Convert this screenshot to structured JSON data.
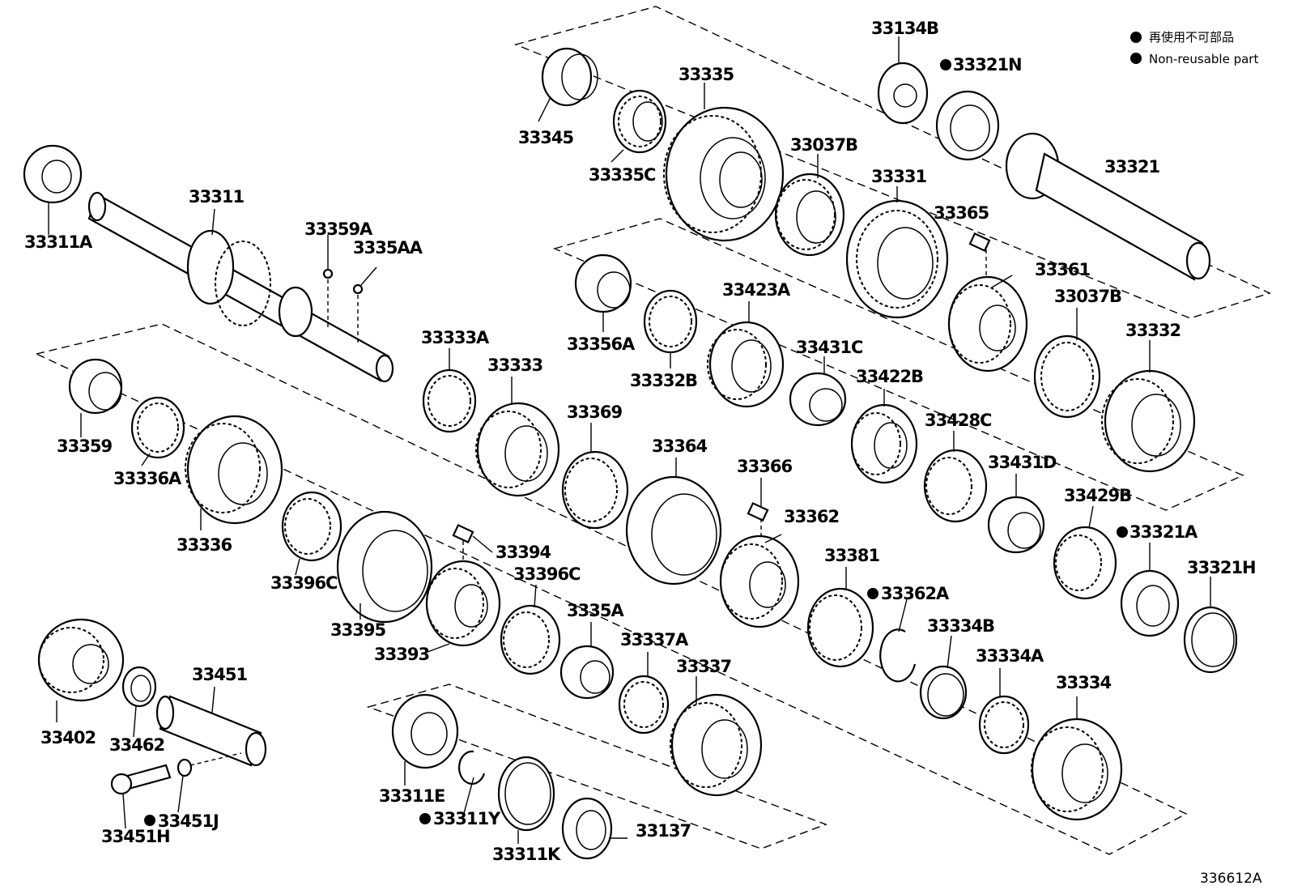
{
  "legend": {
    "line1": "再使用不可部品",
    "line2": "Non-reusable part"
  },
  "diagram_code": "336612A",
  "labels": {
    "p33134B": "33134B",
    "p33321N": "33321N",
    "p33345": "33345",
    "p33335": "33335",
    "p33335C": "33335C",
    "p33037B_top": "33037B",
    "p33331": "33331",
    "p33321": "33321",
    "p33365": "33365",
    "p33361": "33361",
    "p33037B_right": "33037B",
    "p33332": "33332",
    "p33311A": "33311A",
    "p33311": "33311",
    "p33359A": "33359A",
    "p3335AA": "3335AA",
    "p33356A": "33356A",
    "p33423A": "33423A",
    "p33332B": "33332B",
    "p33431C": "33431C",
    "p33422B": "33422B",
    "p33428C": "33428C",
    "p33431D": "33431D",
    "p33429B": "33429B",
    "p33321A": "33321A",
    "p33321H": "33321H",
    "p33359": "33359",
    "p33336A": "33336A",
    "p33336": "33336",
    "p33333A": "33333A",
    "p33333": "33333",
    "p33369": "33369",
    "p33364": "33364",
    "p33366": "33366",
    "p33362": "33362",
    "p33381": "33381",
    "p33362A": "33362A",
    "p33396C_left": "33396C",
    "p33395": "33395",
    "p33394": "33394",
    "p33396C_right": "33396C",
    "p33393": "33393",
    "p3335A": "3335A",
    "p33337A": "33337A",
    "p33337": "33337",
    "p33334B": "33334B",
    "p33334A": "33334A",
    "p33334": "33334",
    "p33402": "33402",
    "p33462": "33462",
    "p33451": "33451",
    "p33451J": "33451J",
    "p33451H": "33451H",
    "p33311E": "33311E",
    "p33311Y": "33311Y",
    "p33311K": "33311K",
    "p33137": "33137"
  }
}
